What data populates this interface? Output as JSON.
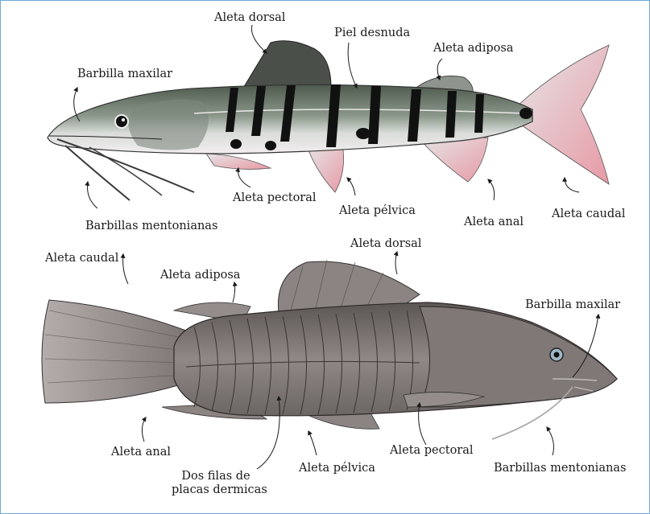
{
  "colors": {
    "border": "#6fa8dc",
    "catfish_body_dark": "#5f6a5e",
    "catfish_stripe": "#111111",
    "catfish_fin_pink": "#e8a3ad",
    "pleco_body": "#7a7472",
    "label_text": "#1a1a1a"
  },
  "top_fish": {
    "labels": {
      "aleta_dorsal": "Aleta dorsal",
      "piel_desnuda": "Piel desnuda",
      "aleta_adiposa": "Aleta adiposa",
      "barbilla_maxilar": "Barbilla maxilar",
      "aleta_pectoral": "Aleta pectoral",
      "aleta_pelvica": "Aleta pélvica",
      "aleta_anal": "Aleta anal",
      "aleta_caudal": "Aleta caudal",
      "barbillas_mentonianas": "Barbillas mentonianas"
    }
  },
  "bottom_fish": {
    "labels": {
      "aleta_caudal": "Aleta caudal",
      "aleta_adiposa": "Aleta adiposa",
      "aleta_dorsal": "Aleta dorsal",
      "barbilla_maxilar": "Barbilla maxilar",
      "aleta_anal": "Aleta anal",
      "dos_filas_line1": "Dos filas de",
      "dos_filas_line2": "placas dermicas",
      "aleta_pelvica": "Aleta pélvica",
      "aleta_pectoral": "Aleta pectoral",
      "barbillas_mentonianas": "Barbillas mentonianas"
    }
  }
}
